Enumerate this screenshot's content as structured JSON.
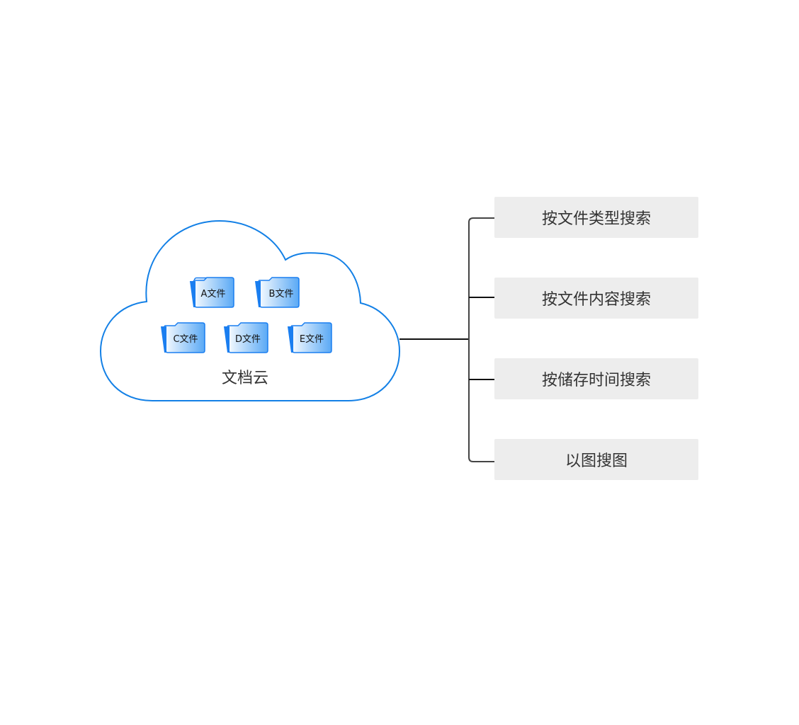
{
  "cloud": {
    "label": "文档云",
    "outline_color": "#1380e6",
    "folders": [
      {
        "id": "A",
        "label": "A文件"
      },
      {
        "id": "B",
        "label": "B文件"
      },
      {
        "id": "C",
        "label": "C文件"
      },
      {
        "id": "D",
        "label": "D文件"
      },
      {
        "id": "E",
        "label": "E文件"
      }
    ]
  },
  "search_options": [
    {
      "label": "按文件类型搜索"
    },
    {
      "label": "按文件内容搜索"
    },
    {
      "label": "按储存时间搜索"
    },
    {
      "label": "以图搜图"
    }
  ],
  "colors": {
    "folder_blue": "#1a7ef0",
    "option_bg": "#ededed",
    "text": "#333333"
  }
}
